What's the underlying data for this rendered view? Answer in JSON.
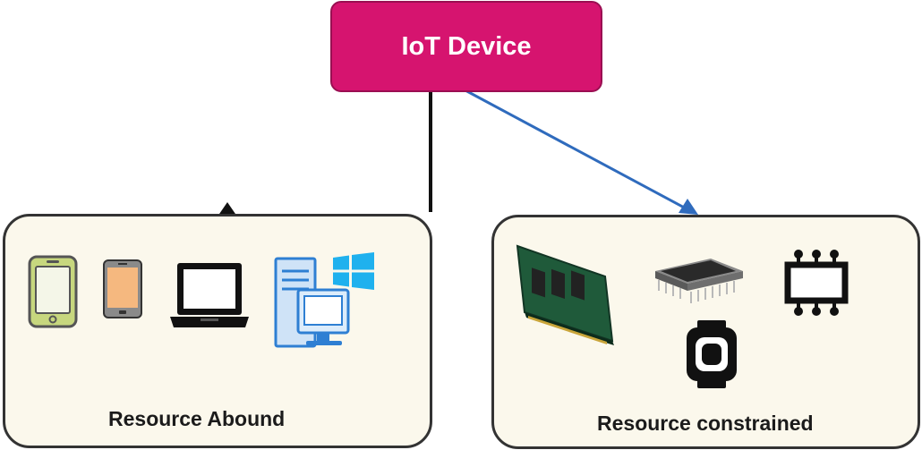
{
  "root_node": {
    "label": "IoT Device",
    "color": "#d6146f"
  },
  "categories": [
    {
      "label": "Resource Abound",
      "icons": [
        "tablet-icon",
        "smartphone-icon",
        "laptop-icon",
        "desktop-computer-icon",
        "windows-logo-icon"
      ]
    },
    {
      "label": "Resource constrained",
      "icons": [
        "memory-module-icon",
        "microchip-icon",
        "processor-chip-icon",
        "smartwatch-icon"
      ]
    }
  ],
  "connector_colors": {
    "to_abound": "#111111",
    "to_constrained": "#2f6bbd"
  }
}
